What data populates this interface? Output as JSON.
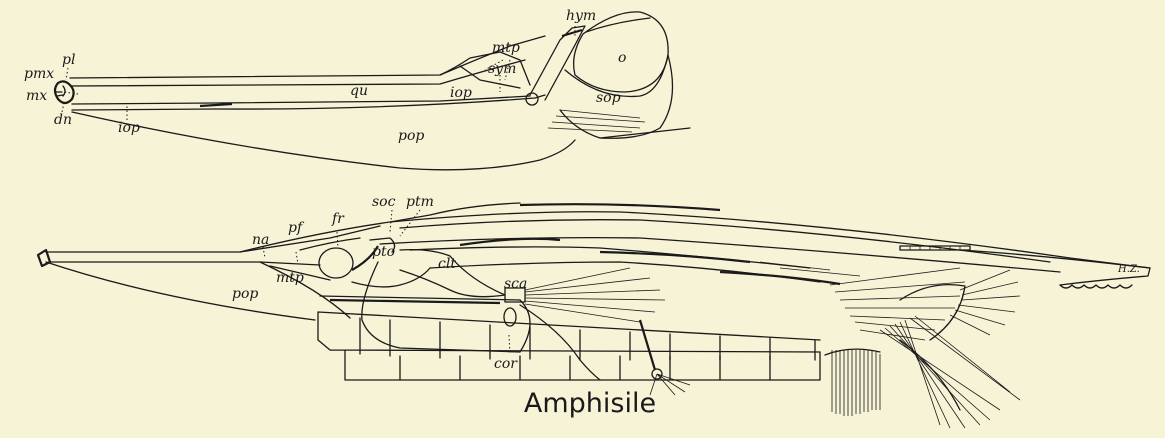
{
  "caption": "Amphisile",
  "signature": "H.Z.",
  "upper_figure": {
    "labels": {
      "pmx": "pmx",
      "pl": "pl",
      "mx": "mx",
      "dn": "dn",
      "iop_a": "iop",
      "qu": "qu",
      "iop_b": "iop",
      "pop": "pop",
      "mtp": "mtp",
      "sym": "sym",
      "hym": "hym",
      "o": "o",
      "sop": "sop"
    }
  },
  "lower_figure": {
    "labels": {
      "na": "na",
      "pf": "pf",
      "fr": "fr",
      "soc": "soc",
      "ptm": "ptm",
      "mtp": "mtp",
      "pto": "pto",
      "clt": "clt",
      "sca": "sca",
      "cor": "cor",
      "pop": "pop"
    }
  }
}
